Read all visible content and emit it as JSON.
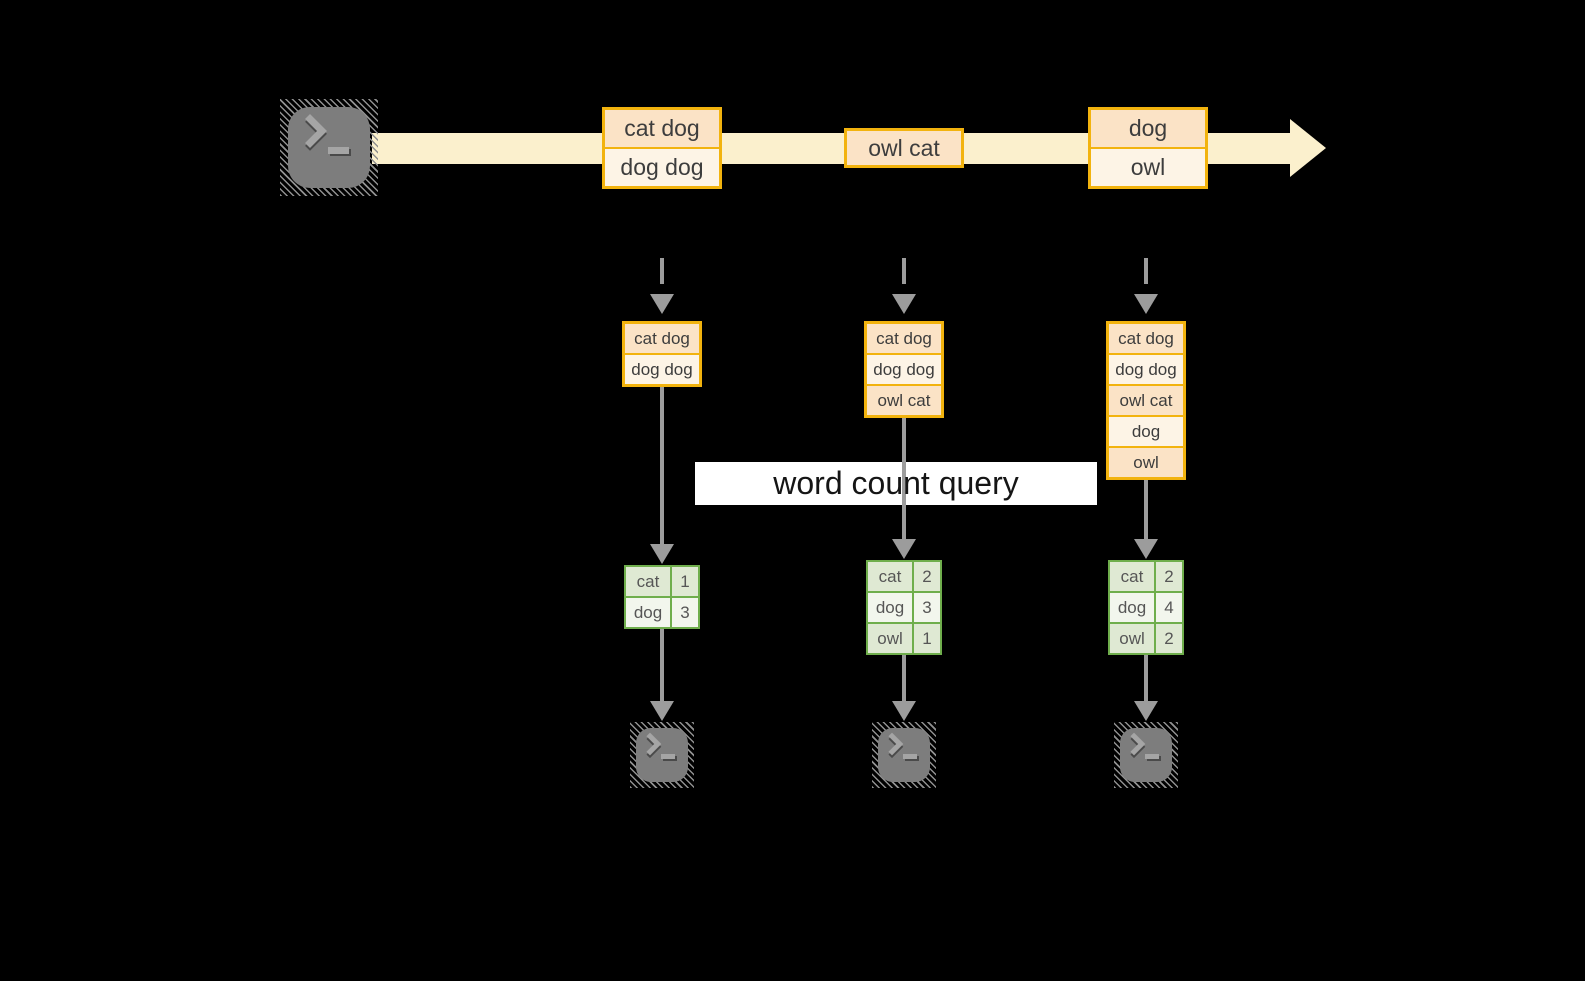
{
  "diagram": {
    "query_label": "word count query",
    "source": {
      "icon": "terminal-icon"
    },
    "timeline_batches": [
      {
        "rows": [
          "cat dog",
          "dog dog"
        ]
      },
      {
        "rows": [
          "owl cat"
        ]
      },
      {
        "rows": [
          "dog",
          "owl"
        ]
      }
    ],
    "columns": [
      {
        "input_rows": [
          "cat dog",
          "dog dog"
        ],
        "word_counts": [
          {
            "word": "cat",
            "count": "1"
          },
          {
            "word": "dog",
            "count": "3"
          }
        ],
        "sink_icon": "terminal-icon"
      },
      {
        "input_rows": [
          "cat dog",
          "dog dog",
          "owl cat"
        ],
        "word_counts": [
          {
            "word": "cat",
            "count": "2"
          },
          {
            "word": "dog",
            "count": "3"
          },
          {
            "word": "owl",
            "count": "1"
          }
        ],
        "sink_icon": "terminal-icon"
      },
      {
        "input_rows": [
          "cat dog",
          "dog dog",
          "owl cat",
          "dog",
          "owl"
        ],
        "word_counts": [
          {
            "word": "cat",
            "count": "2"
          },
          {
            "word": "dog",
            "count": "4"
          },
          {
            "word": "owl",
            "count": "2"
          }
        ],
        "sink_icon": "terminal-icon"
      }
    ],
    "colors": {
      "background": "#000000",
      "stream_band": "#fbf0cd",
      "box_border": "#f2b30e",
      "box_fill_dark": "#fbe3c6",
      "box_fill_light": "#fdf4e6",
      "table_border": "#6fae4c",
      "table_cell_dark": "#dfe9d3",
      "table_cell_light": "#f2f6ed",
      "arrow_gray": "#9c9c9c",
      "terminal_gray": "#7d7d7d",
      "label_background": "#ffffff"
    }
  }
}
